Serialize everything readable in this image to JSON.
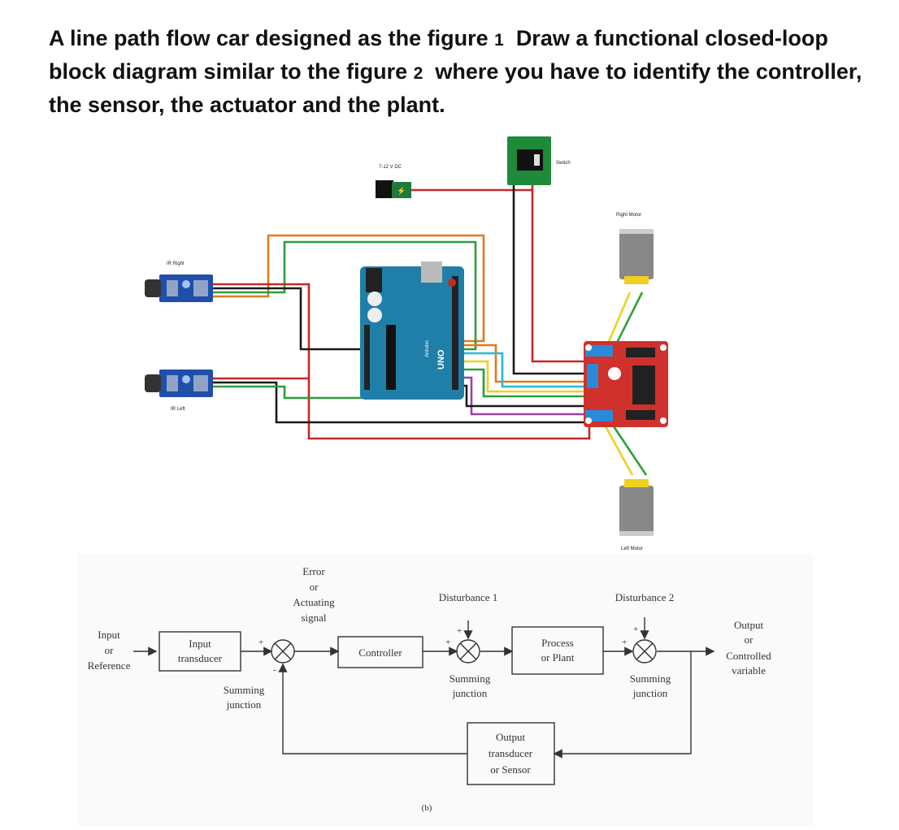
{
  "question": {
    "part1": "A line path flow car designed as the figure",
    "fig1": "1",
    "part2": "Draw a functional closed-loop block diagram similar to the figure",
    "fig2": "2",
    "part3": "where you have to identify the controller, the sensor, the actuator and the plant."
  },
  "circuit": {
    "power_label": "7-12 V DC",
    "switch_label": "Switch",
    "right_motor_label": "Right Motor",
    "left_motor_label": "Left Motor",
    "ir_right_label": "IR Right",
    "ir_left_label": "IR Left",
    "board_label": "UNO",
    "board_brand": "Arduino",
    "colors": {
      "red": "#c62828",
      "black": "#1a1a1a",
      "green": "#2e9e3a",
      "orange": "#e07a1f",
      "yellow": "#f0d020",
      "cyan": "#27b8d8",
      "purple": "#9c3fae",
      "board": "#1f7fa8",
      "driver": "#d0312d",
      "sensor": "#1f4fa8"
    }
  },
  "block_diagram": {
    "input_label": [
      "Input",
      "or",
      "Reference"
    ],
    "input_transducer": [
      "Input",
      "transducer"
    ],
    "error_label": [
      "Error",
      "or",
      "Actuating",
      "signal"
    ],
    "summing1": [
      "Summing",
      "junction"
    ],
    "controller": "Controller",
    "disturbance1": "Disturbance 1",
    "summing2": [
      "Summing",
      "junction"
    ],
    "plant": [
      "Process",
      "or Plant"
    ],
    "disturbance2": "Disturbance 2",
    "summing3": [
      "Summing",
      "junction"
    ],
    "output_label": [
      "Output",
      "or",
      "Controlled",
      "variable"
    ],
    "sensor": [
      "Output",
      "transducer",
      "or Sensor"
    ],
    "caption": "(b)"
  }
}
